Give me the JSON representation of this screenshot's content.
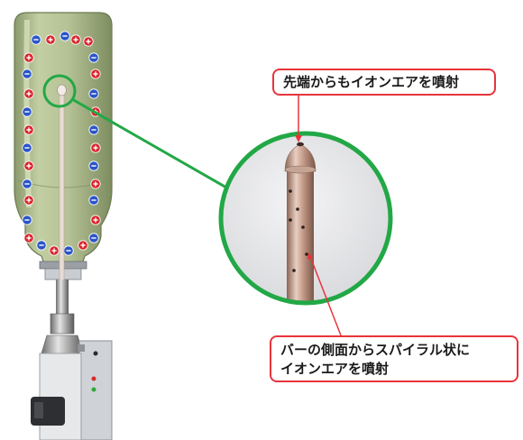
{
  "callouts": {
    "tip": {
      "text": "先端からもイオンエアを噴射"
    },
    "side": {
      "line1": "バーの側面からスパイラル状に",
      "line2": "イオンエアを噴射"
    }
  },
  "colors": {
    "callout_border": "#e8343c",
    "magnifier_ring": "#22a846",
    "connector_line": "#22a846",
    "positive_ion": "#d9262c",
    "negative_ion": "#2b55c8",
    "bottle_tint": "#a9b88a",
    "nozzle_metal": "#b48a78"
  },
  "illustration": {
    "subject": "bottle-ionizer-nozzle",
    "ion_symbols": [
      "+",
      "-"
    ]
  }
}
